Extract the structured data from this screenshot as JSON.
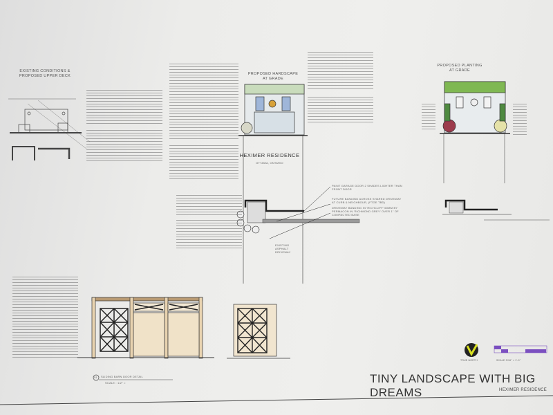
{
  "sheet": {
    "title": "TINY LANDSCAPE WITH BIG DREAMS",
    "subtitle": "HEXIMER RESIDENCE",
    "north_label": "TRUE NORTH",
    "scale_label": "SCALE 3/16\" = 1'-0\"",
    "accent_color": "#7b4fc0",
    "logo_color": "#d8e020"
  },
  "existing": {
    "heading": "EXISTING CONDITIONS & PROPOSED UPPER DECK"
  },
  "hardscape": {
    "heading": "PROPOSED HARDSCAPE AT GRADE",
    "residence_name": "HEXIMER RESIDENCE",
    "residence_city": "OTTAWA, ONTARIO"
  },
  "planting": {
    "heading": "PROPOSED PLANTING AT GRADE"
  },
  "plan_notes": [
    "PAINT GARAGE DOOR 2 SHADES LIGHTER THAN FRONT DOOR",
    "FUTURE BANDING ACROSS SHARED DRIVEWAY AT CURB & NEIGHBOUR, (FTGE TBD)",
    "DRIVEWAY BANDING IN 'RICHCLIFF' 60mm BY PERMACON IN 'RICHMOND GREY' OVER 1\" OF COMPACTED BASE"
  ],
  "driveway_label": "EXISTING ASPHALT DRIVEWAY",
  "gate_detail": {
    "number": "D1",
    "caption": "SLIDING BARN DOOR DETAIL",
    "scale": "SCALE : 1/2\" ="
  }
}
